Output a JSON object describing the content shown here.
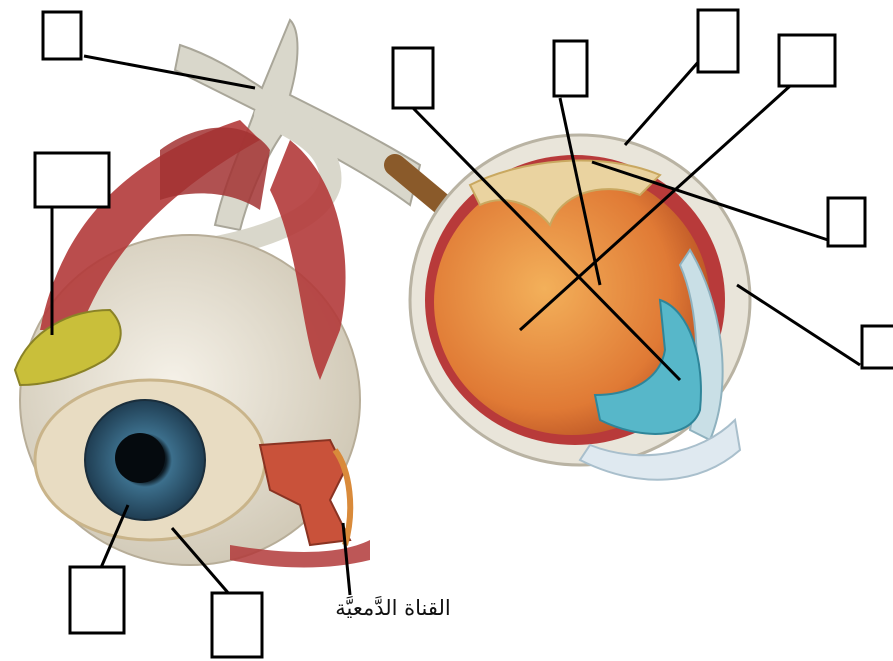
{
  "diagram": {
    "caption": "القناة الدَّمعيَّة",
    "blank_labels": [
      {
        "id": "optic-chiasm",
        "text": ""
      },
      {
        "id": "lacrimal-gland",
        "text": ""
      },
      {
        "id": "lens",
        "text": ""
      },
      {
        "id": "vitreous-body",
        "text": ""
      },
      {
        "id": "sclera",
        "text": ""
      },
      {
        "id": "retina",
        "text": ""
      },
      {
        "id": "choroid",
        "text": ""
      },
      {
        "id": "cornea",
        "text": ""
      },
      {
        "id": "pupil",
        "text": ""
      },
      {
        "id": "iris",
        "text": ""
      }
    ]
  },
  "colors": {
    "muscle": "#b23a3a",
    "eyeball": "#e9e3d6",
    "iris": "#2f5c78",
    "retina": "#e07a35",
    "lens": "#57b7c9",
    "nerve": "#dad8cc"
  }
}
